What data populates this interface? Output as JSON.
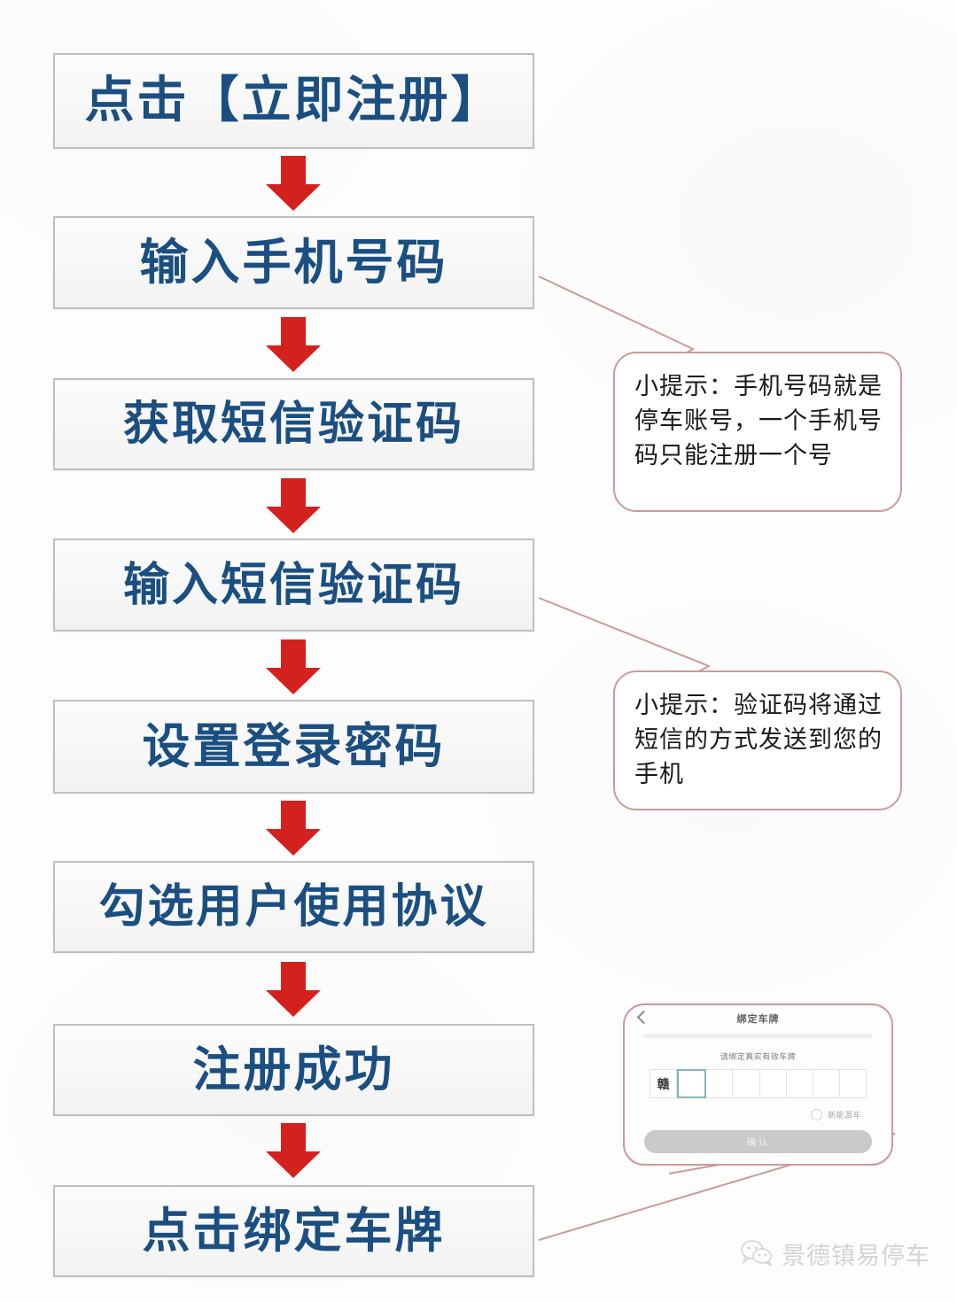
{
  "flow": {
    "steps": [
      {
        "id": "click-register",
        "label": "点击【立即注册】"
      },
      {
        "id": "enter-phone",
        "label": "输入手机号码"
      },
      {
        "id": "get-sms-code",
        "label": "获取短信验证码"
      },
      {
        "id": "enter-sms-code",
        "label": "输入短信验证码"
      },
      {
        "id": "set-password",
        "label": "设置登录密码"
      },
      {
        "id": "check-agreement",
        "label": "勾选用户使用协议"
      },
      {
        "id": "register-success",
        "label": "注册成功"
      },
      {
        "id": "bind-plate",
        "label": "点击绑定车牌"
      }
    ],
    "box_text_color": "#1b4f81",
    "box_border_color": "#bfbfbf",
    "arrow_color": "#d3211d"
  },
  "tips": [
    {
      "id": "tip-phone-account",
      "text": "小提示：手机号码就是停车账号，一个手机号码只能注册一个号",
      "from_step": "enter-phone"
    },
    {
      "id": "tip-sms-delivery",
      "text": "小提示：验证码将通过短信的方式发送到您的手机",
      "from_step": "enter-sms-code"
    }
  ],
  "phone_mockup": {
    "title": "绑定车牌",
    "subtitle": "请绑定真实有效车牌",
    "plate": {
      "province": "赣",
      "cells": [
        "",
        "",
        "",
        "",
        "",
        "",
        ""
      ],
      "active_index": 0
    },
    "new_energy_label": "新能源车",
    "confirm_label": "确认",
    "accent_color": "#7fb6b6"
  },
  "watermark": {
    "text": "景德镇易停车",
    "icon": "wechat-icon"
  },
  "callout_border_color": "#cb9a9a"
}
